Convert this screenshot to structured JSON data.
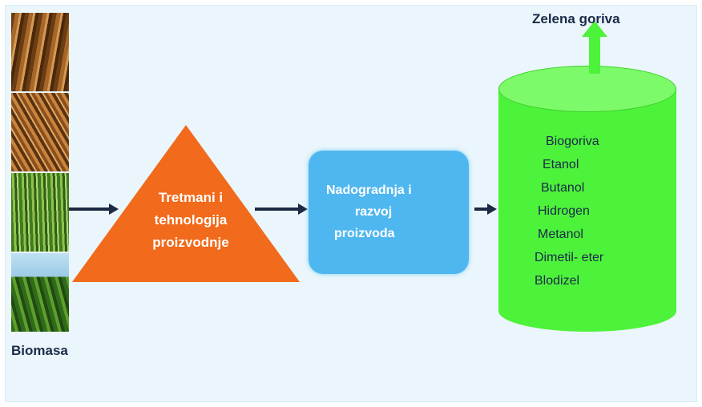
{
  "biomass": {
    "label": "Biomasa"
  },
  "stage1": {
    "lines": [
      "Tretmani i",
      "tehnologija",
      "proizvodnje"
    ],
    "color": "#f26a1b"
  },
  "stage2": {
    "lines": [
      "Nadogradnja i",
      "razvoj",
      "proizvoda"
    ],
    "color": "#4fb7ef"
  },
  "stage3": {
    "items": [
      "Biogoriva",
      "Etanol",
      "Butanol",
      "Hidrogen",
      "Metanol",
      "Dimetil- eter",
      "Blodizel"
    ],
    "color": "#4df23a"
  },
  "output": {
    "label": "Zelena goriva"
  }
}
